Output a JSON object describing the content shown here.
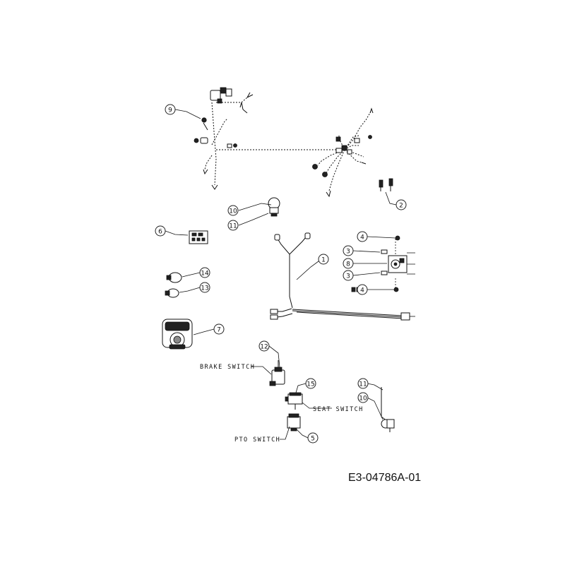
{
  "callouts": {
    "c9": "9",
    "c2": "2",
    "c10a": "10",
    "c11a": "11",
    "c6": "6",
    "c4a": "4",
    "c3a": "3",
    "c8": "8",
    "c3b": "3",
    "c4b": "4",
    "c1": "1",
    "c14": "14",
    "c13": "13",
    "c7": "7",
    "c12": "12",
    "c15": "15",
    "c5": "5",
    "c11b": "11",
    "c10b": "10"
  },
  "labels": {
    "brake_switch": "BRAKE SWITCH",
    "seat_switch": "SEAT SWITCH",
    "pto_switch": "PTO SWITCH"
  },
  "reference": "E3-04786A-01"
}
